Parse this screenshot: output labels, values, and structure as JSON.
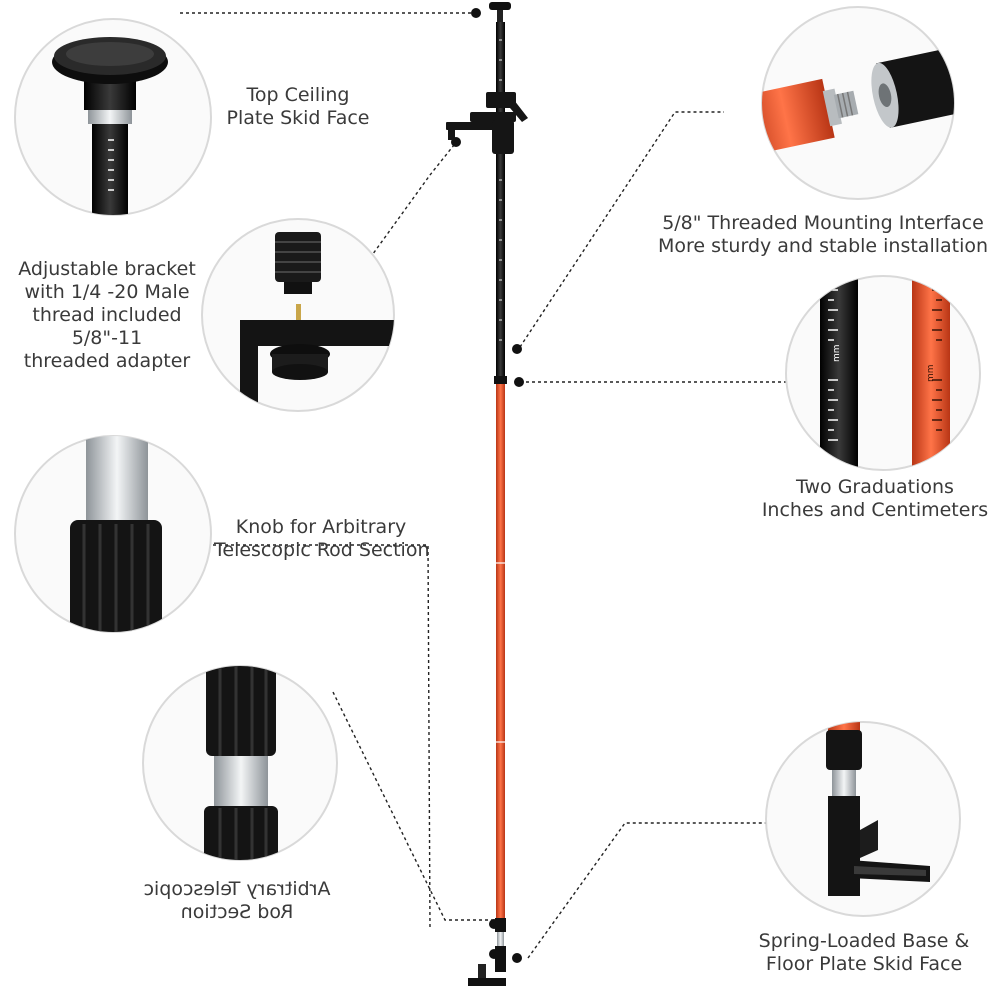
{
  "callouts": {
    "top_plate": {
      "line1": "Top Ceiling",
      "line2": "Plate Skid Face"
    },
    "bracket": {
      "line1": "Adjustable bracket",
      "line2": "with 1/4 -20 Male",
      "line3": "thread included",
      "line4": "5/8\"-11",
      "line5": "threaded adapter"
    },
    "knob": {
      "line1": "Knob for Arbitrary",
      "line2": "Telescopic Rod Section"
    },
    "section": {
      "line1": "Arbitrary Telescopic",
      "line2": "Rod Section"
    },
    "thread": {
      "line1": "5/8\" Threaded Mounting Interface",
      "line2": "More sturdy and stable installation"
    },
    "graduations": {
      "line1": "Two Graduations",
      "line2": "Inches and Centimeters"
    },
    "base": {
      "line1": "Spring-Loaded Base &",
      "line2": "Floor Plate Skid Face"
    },
    "scale_unit": "mm"
  },
  "colors": {
    "rod_black": "#141414",
    "rod_orange": "#e8502a",
    "circle_border": "#d9d9d9",
    "leader_line": "#222222",
    "silver": "#c8cdd1"
  }
}
